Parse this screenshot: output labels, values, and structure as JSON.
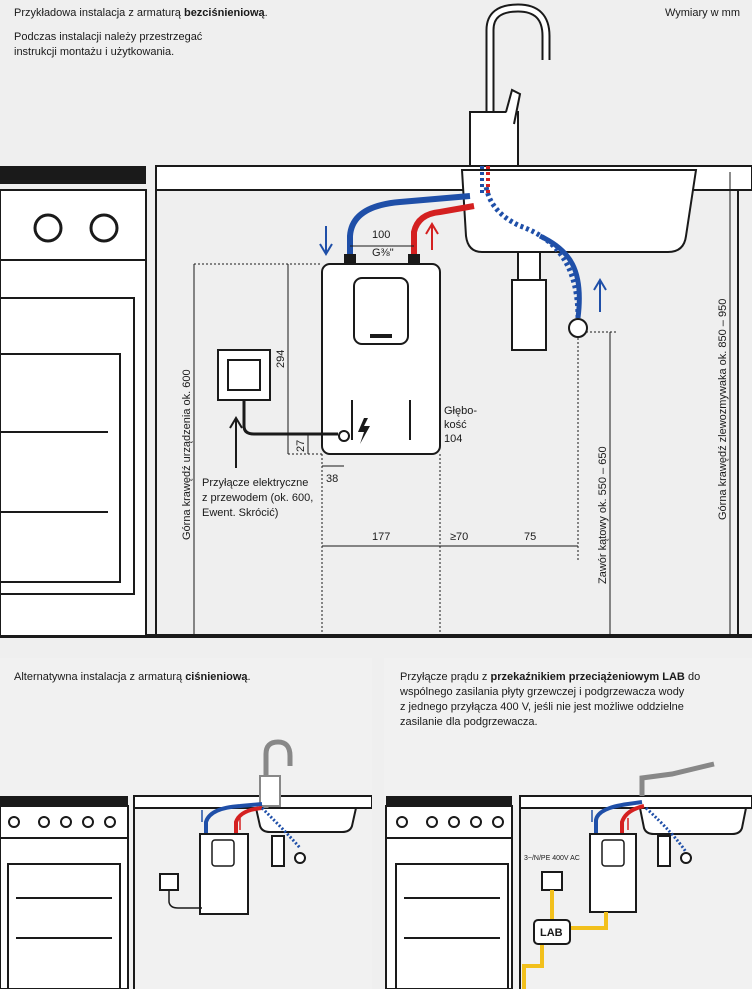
{
  "top": {
    "intro_prefix": "Przykładowa instalacja z armaturą ",
    "intro_bold": "bezciśnieniową",
    "intro_suffix": ".",
    "note_line1": "Podczas instalacji należy przestrzegać",
    "note_line2": "instrukcji montażu i użytkowania.",
    "units": "Wymiary w mm",
    "dim_100": "100",
    "thread": "G⅜\"",
    "dim_294": "294",
    "dim_27": "27",
    "dim_38": "38",
    "depth_line1": "Głębo-",
    "depth_line2": "kość",
    "depth_line3": "104",
    "electric_line1": "Przyłącze elektryczne",
    "electric_line2": "z przewodem (ok. 600,",
    "electric_line3": "Ewent. Skrócić)",
    "dim_177": "177",
    "dim_70": "≥70",
    "dim_75": "75",
    "vlabel_device": "Górna krawędź urządzenia ok. 600",
    "vlabel_valve": "Zawór kątowy ok. 550 – 650",
    "vlabel_sink": "Górna krawędź zlewozmywaka ok. 850 – 950"
  },
  "bottom_left": {
    "title_prefix": "Alternatywna instalacja z armaturą ",
    "title_bold": "ciśnieniową",
    "title_suffix": "."
  },
  "bottom_right": {
    "line1_prefix": "Przyłącze prądu z ",
    "line1_bold": "przekaźnikiem przeciążeniowym LAB",
    "line1_suffix": " do",
    "line2": "wspólnego zasilania płyty grzewczej i podgrzewacza wody",
    "line3": "z jednego przyłącza 400 V, jeśli nie jest możliwe oddzielne",
    "line4": "zasilanie dla podgrzewacza.",
    "supply_label": "3~/N/PE 400V AC",
    "lab_label": "LAB"
  },
  "colors": {
    "cold": "#1f4fa8",
    "hot": "#d42020",
    "cable": "#f2c01c",
    "line": "#1a1a1a"
  }
}
